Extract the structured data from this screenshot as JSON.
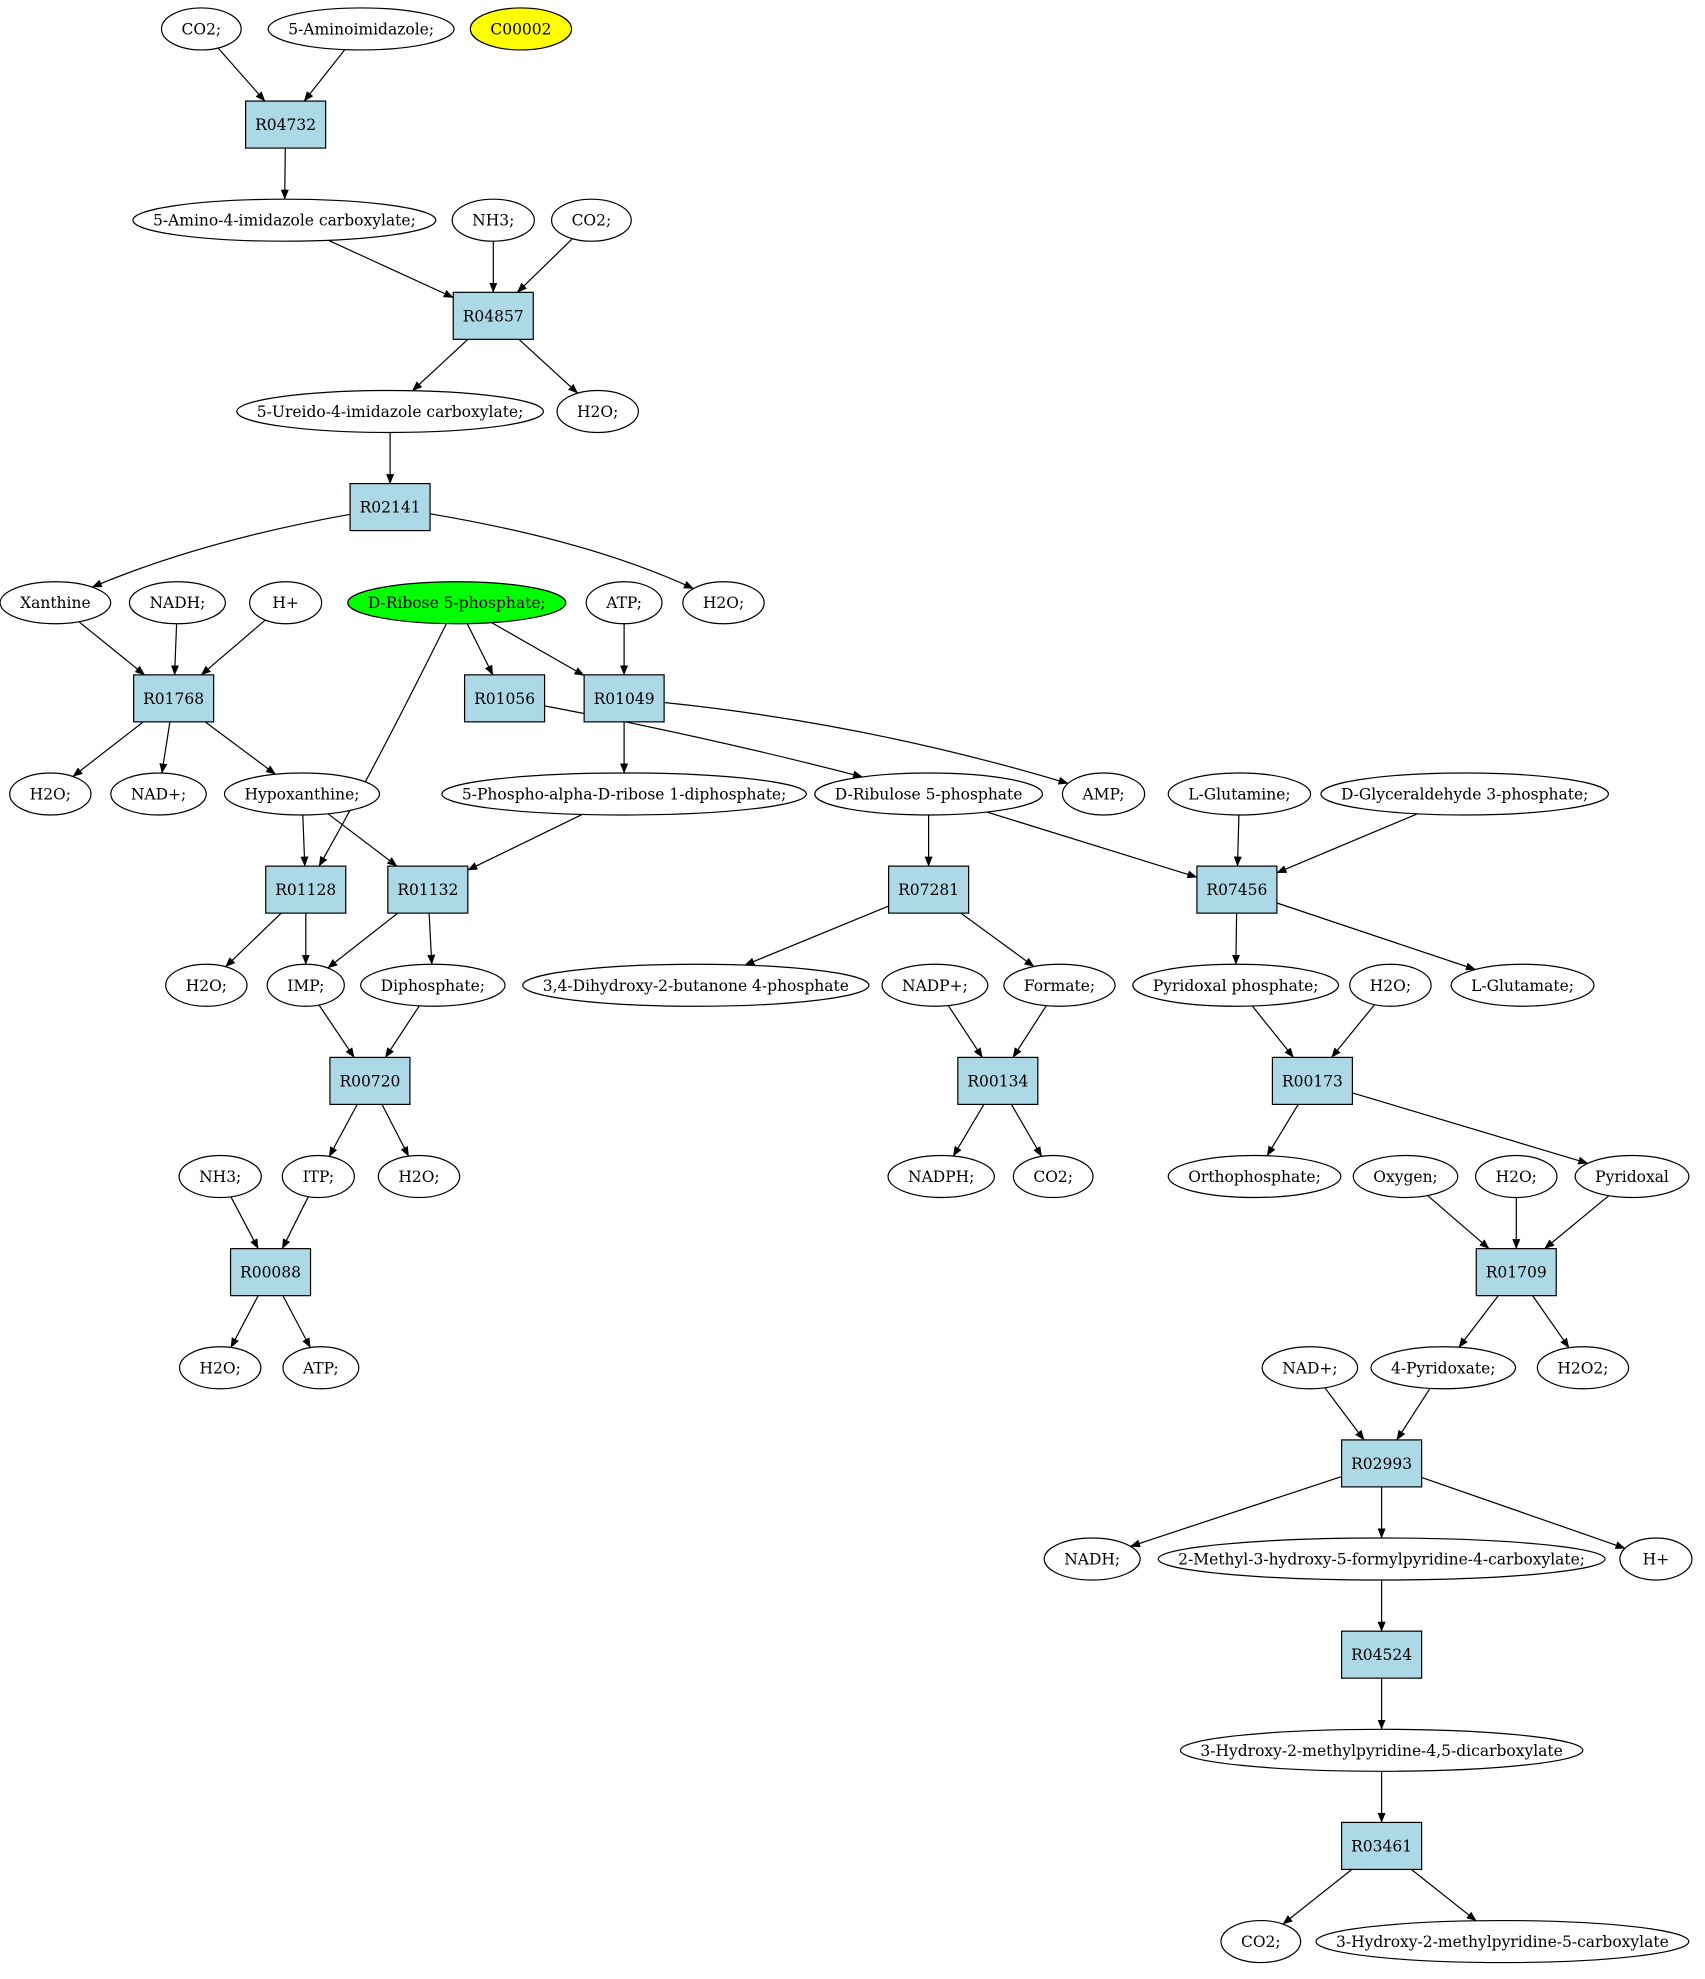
{
  "colors": {
    "reaction_fill": "#add8e6",
    "compound_fill": "#ffffff",
    "start_fill": "#00ff00",
    "target_fill": "#ffff00",
    "stroke": "#000000",
    "background": "#ffffff"
  },
  "nodes": [
    {
      "id": "c_co2_a",
      "label": "CO2;",
      "kind": "compound"
    },
    {
      "id": "c_aminoimid",
      "label": "5-Aminoimidazole;",
      "kind": "compound"
    },
    {
      "id": "c_c00002",
      "label": "C00002",
      "kind": "target"
    },
    {
      "id": "r_R04732",
      "label": "R04732",
      "kind": "reaction"
    },
    {
      "id": "c_amino4imid",
      "label": "5-Amino-4-imidazole carboxylate;",
      "kind": "compound"
    },
    {
      "id": "c_nh3_a",
      "label": "NH3;",
      "kind": "compound"
    },
    {
      "id": "c_co2_b",
      "label": "CO2;",
      "kind": "compound"
    },
    {
      "id": "r_R04857",
      "label": "R04857",
      "kind": "reaction"
    },
    {
      "id": "c_ureido",
      "label": "5-Ureido-4-imidazole carboxylate;",
      "kind": "compound"
    },
    {
      "id": "c_h2o_a",
      "label": "H2O;",
      "kind": "compound"
    },
    {
      "id": "r_R02141",
      "label": "R02141",
      "kind": "reaction"
    },
    {
      "id": "c_xanthine",
      "label": "Xanthine",
      "kind": "compound"
    },
    {
      "id": "c_nadh_a",
      "label": "NADH;",
      "kind": "compound"
    },
    {
      "id": "c_hplus_a",
      "label": "H+",
      "kind": "compound"
    },
    {
      "id": "c_ribose5p",
      "label": "D-Ribose 5-phosphate;",
      "kind": "start"
    },
    {
      "id": "c_atp_a",
      "label": "ATP;",
      "kind": "compound"
    },
    {
      "id": "c_h2o_b",
      "label": "H2O;",
      "kind": "compound"
    },
    {
      "id": "r_R01768",
      "label": "R01768",
      "kind": "reaction"
    },
    {
      "id": "r_R01056",
      "label": "R01056",
      "kind": "reaction"
    },
    {
      "id": "r_R01049",
      "label": "R01049",
      "kind": "reaction"
    },
    {
      "id": "c_h2o_c",
      "label": "H2O;",
      "kind": "compound"
    },
    {
      "id": "c_nadplus_a",
      "label": "NAD+;",
      "kind": "compound"
    },
    {
      "id": "c_hypox",
      "label": "Hypoxanthine;",
      "kind": "compound"
    },
    {
      "id": "c_prpp",
      "label": "5-Phospho-alpha-D-ribose 1-diphosphate;",
      "kind": "compound"
    },
    {
      "id": "c_ribulose5p",
      "label": "D-Ribulose 5-phosphate",
      "kind": "compound"
    },
    {
      "id": "c_amp",
      "label": "AMP;",
      "kind": "compound"
    },
    {
      "id": "c_glutamine",
      "label": "L-Glutamine;",
      "kind": "compound"
    },
    {
      "id": "c_g3p",
      "label": "D-Glyceraldehyde 3-phosphate;",
      "kind": "compound"
    },
    {
      "id": "r_R01128",
      "label": "R01128",
      "kind": "reaction"
    },
    {
      "id": "r_R01132",
      "label": "R01132",
      "kind": "reaction"
    },
    {
      "id": "r_R07281",
      "label": "R07281",
      "kind": "reaction"
    },
    {
      "id": "r_R07456",
      "label": "R07456",
      "kind": "reaction"
    },
    {
      "id": "c_h2o_d",
      "label": "H2O;",
      "kind": "compound"
    },
    {
      "id": "c_imp",
      "label": "IMP;",
      "kind": "compound"
    },
    {
      "id": "c_diphos",
      "label": "Diphosphate;",
      "kind": "compound"
    },
    {
      "id": "c_dhbp",
      "label": "3,4-Dihydroxy-2-butanone 4-phosphate",
      "kind": "compound"
    },
    {
      "id": "c_nadpplus",
      "label": "NADP+;",
      "kind": "compound"
    },
    {
      "id": "c_formate",
      "label": "Formate;",
      "kind": "compound"
    },
    {
      "id": "c_plp",
      "label": "Pyridoxal phosphate;",
      "kind": "compound"
    },
    {
      "id": "c_h2o_e",
      "label": "H2O;",
      "kind": "compound"
    },
    {
      "id": "c_glutamate",
      "label": "L-Glutamate;",
      "kind": "compound"
    },
    {
      "id": "r_R00720",
      "label": "R00720",
      "kind": "reaction"
    },
    {
      "id": "r_R00134",
      "label": "R00134",
      "kind": "reaction"
    },
    {
      "id": "r_R00173",
      "label": "R00173",
      "kind": "reaction"
    },
    {
      "id": "c_nh3_b",
      "label": "NH3;",
      "kind": "compound"
    },
    {
      "id": "c_itp",
      "label": "ITP;",
      "kind": "compound"
    },
    {
      "id": "c_h2o_f",
      "label": "H2O;",
      "kind": "compound"
    },
    {
      "id": "c_nadph",
      "label": "NADPH;",
      "kind": "compound"
    },
    {
      "id": "c_co2_c",
      "label": "CO2;",
      "kind": "compound"
    },
    {
      "id": "c_orthophos",
      "label": "Orthophosphate;",
      "kind": "compound"
    },
    {
      "id": "c_oxygen",
      "label": "Oxygen;",
      "kind": "compound"
    },
    {
      "id": "c_h2o_g",
      "label": "H2O;",
      "kind": "compound"
    },
    {
      "id": "c_pyridoxal",
      "label": "Pyridoxal",
      "kind": "compound"
    },
    {
      "id": "r_R00088",
      "label": "R00088",
      "kind": "reaction"
    },
    {
      "id": "r_R01709",
      "label": "R01709",
      "kind": "reaction"
    },
    {
      "id": "c_h2o_h",
      "label": "H2O;",
      "kind": "compound"
    },
    {
      "id": "c_atp_b",
      "label": "ATP;",
      "kind": "compound"
    },
    {
      "id": "c_nadplus_b",
      "label": "NAD+;",
      "kind": "compound"
    },
    {
      "id": "c_pyridoxate",
      "label": "4-Pyridoxate;",
      "kind": "compound"
    },
    {
      "id": "c_h2o2",
      "label": "H2O2;",
      "kind": "compound"
    },
    {
      "id": "r_R02993",
      "label": "R02993",
      "kind": "reaction"
    },
    {
      "id": "c_nadh_b",
      "label": "NADH;",
      "kind": "compound"
    },
    {
      "id": "c_mhfpc",
      "label": "2-Methyl-3-hydroxy-5-formylpyridine-4-carboxylate;",
      "kind": "compound"
    },
    {
      "id": "c_hplus_b",
      "label": "H+",
      "kind": "compound"
    },
    {
      "id": "r_R04524",
      "label": "R04524",
      "kind": "reaction"
    },
    {
      "id": "c_hmpdc",
      "label": "3-Hydroxy-2-methylpyridine-4,5-dicarboxylate",
      "kind": "compound"
    },
    {
      "id": "r_R03461",
      "label": "R03461",
      "kind": "reaction"
    },
    {
      "id": "c_co2_d",
      "label": "CO2;",
      "kind": "compound"
    },
    {
      "id": "c_hmpc",
      "label": "3-Hydroxy-2-methylpyridine-5-carboxylate",
      "kind": "compound"
    }
  ],
  "edges": [
    {
      "from": "c_co2_a",
      "to": "r_R04732"
    },
    {
      "from": "c_aminoimid",
      "to": "r_R04732"
    },
    {
      "from": "r_R04732",
      "to": "c_amino4imid"
    },
    {
      "from": "c_amino4imid",
      "to": "r_R04857"
    },
    {
      "from": "c_nh3_a",
      "to": "r_R04857"
    },
    {
      "from": "c_co2_b",
      "to": "r_R04857"
    },
    {
      "from": "r_R04857",
      "to": "c_ureido"
    },
    {
      "from": "r_R04857",
      "to": "c_h2o_a"
    },
    {
      "from": "c_ureido",
      "to": "r_R02141"
    },
    {
      "from": "r_R02141",
      "to": "c_xanthine"
    },
    {
      "from": "r_R02141",
      "to": "c_h2o_b"
    },
    {
      "from": "c_xanthine",
      "to": "r_R01768"
    },
    {
      "from": "c_nadh_a",
      "to": "r_R01768"
    },
    {
      "from": "c_hplus_a",
      "to": "r_R01768"
    },
    {
      "from": "r_R01768",
      "to": "c_h2o_c"
    },
    {
      "from": "r_R01768",
      "to": "c_nadplus_a"
    },
    {
      "from": "r_R01768",
      "to": "c_hypox"
    },
    {
      "from": "c_ribose5p",
      "to": "r_R01056"
    },
    {
      "from": "c_ribose5p",
      "to": "r_R01049"
    },
    {
      "from": "c_ribose5p",
      "to": "r_R01128"
    },
    {
      "from": "c_atp_a",
      "to": "r_R01049"
    },
    {
      "from": "r_R01049",
      "to": "c_prpp"
    },
    {
      "from": "r_R01049",
      "to": "c_amp"
    },
    {
      "from": "r_R01056",
      "to": "c_ribulose5p"
    },
    {
      "from": "c_hypox",
      "to": "r_R01128"
    },
    {
      "from": "c_hypox",
      "to": "r_R01132"
    },
    {
      "from": "c_prpp",
      "to": "r_R01132"
    },
    {
      "from": "r_R01128",
      "to": "c_h2o_d"
    },
    {
      "from": "r_R01128",
      "to": "c_imp"
    },
    {
      "from": "r_R01132",
      "to": "c_imp"
    },
    {
      "from": "r_R01132",
      "to": "c_diphos"
    },
    {
      "from": "c_imp",
      "to": "r_R00720"
    },
    {
      "from": "c_diphos",
      "to": "r_R00720"
    },
    {
      "from": "r_R00720",
      "to": "c_itp"
    },
    {
      "from": "r_R00720",
      "to": "c_h2o_f"
    },
    {
      "from": "c_nh3_b",
      "to": "r_R00088"
    },
    {
      "from": "c_itp",
      "to": "r_R00088"
    },
    {
      "from": "r_R00088",
      "to": "c_h2o_h"
    },
    {
      "from": "r_R00088",
      "to": "c_atp_b"
    },
    {
      "from": "c_ribulose5p",
      "to": "r_R07281"
    },
    {
      "from": "c_ribulose5p",
      "to": "r_R07456"
    },
    {
      "from": "r_R07281",
      "to": "c_dhbp"
    },
    {
      "from": "r_R07281",
      "to": "c_formate"
    },
    {
      "from": "c_nadpplus",
      "to": "r_R00134"
    },
    {
      "from": "c_formate",
      "to": "r_R00134"
    },
    {
      "from": "r_R00134",
      "to": "c_nadph"
    },
    {
      "from": "r_R00134",
      "to": "c_co2_c"
    },
    {
      "from": "c_glutamine",
      "to": "r_R07456"
    },
    {
      "from": "c_g3p",
      "to": "r_R07456"
    },
    {
      "from": "r_R07456",
      "to": "c_plp"
    },
    {
      "from": "r_R07456",
      "to": "c_glutamate"
    },
    {
      "from": "c_plp",
      "to": "r_R00173"
    },
    {
      "from": "c_h2o_e",
      "to": "r_R00173"
    },
    {
      "from": "r_R00173",
      "to": "c_orthophos"
    },
    {
      "from": "r_R00173",
      "to": "c_pyridoxal"
    },
    {
      "from": "c_oxygen",
      "to": "r_R01709"
    },
    {
      "from": "c_h2o_g",
      "to": "r_R01709"
    },
    {
      "from": "c_pyridoxal",
      "to": "r_R01709"
    },
    {
      "from": "r_R01709",
      "to": "c_pyridoxate"
    },
    {
      "from": "r_R01709",
      "to": "c_h2o2"
    },
    {
      "from": "c_nadplus_b",
      "to": "r_R02993"
    },
    {
      "from": "c_pyridoxate",
      "to": "r_R02993"
    },
    {
      "from": "r_R02993",
      "to": "c_nadh_b"
    },
    {
      "from": "r_R02993",
      "to": "c_mhfpc"
    },
    {
      "from": "r_R02993",
      "to": "c_hplus_b"
    },
    {
      "from": "c_mhfpc",
      "to": "r_R04524"
    },
    {
      "from": "r_R04524",
      "to": "c_hmpdc"
    },
    {
      "from": "c_hmpdc",
      "to": "r_R03461"
    },
    {
      "from": "r_R03461",
      "to": "c_co2_d"
    },
    {
      "from": "r_R03461",
      "to": "c_hmpc"
    }
  ]
}
